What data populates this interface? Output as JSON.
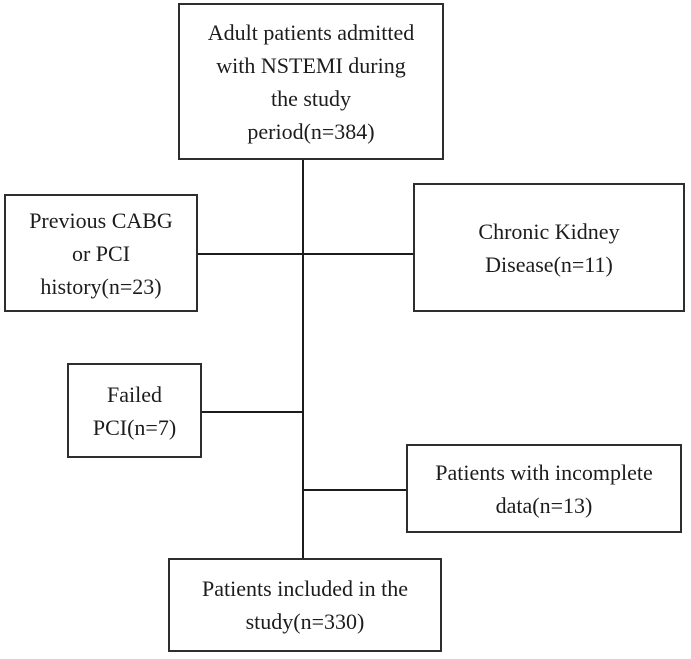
{
  "figure": {
    "type": "flowchart",
    "description": "Patient inclusion/exclusion flow diagram"
  },
  "boxes": {
    "top": {
      "lines": [
        "Adult patients admitted",
        "with NSTEMI during",
        "the study",
        "period(n=384)"
      ]
    },
    "previous_cabg": {
      "lines": [
        "Previous CABG",
        "or PCI",
        "history(n=23)"
      ]
    },
    "chronic_kidney": {
      "lines": [
        "Chronic Kidney",
        "Disease(n=11)"
      ]
    },
    "failed_pci": {
      "lines": [
        "Failed",
        "PCI(n=7)"
      ]
    },
    "incomplete_data": {
      "lines": [
        "Patients with incomplete",
        "data(n=13)"
      ]
    },
    "included": {
      "lines": [
        "Patients included in the",
        "study(n=330)"
      ]
    }
  },
  "colors": {
    "background": "#ffffff",
    "box_border": "#2e2e2e",
    "connector": "#1c1c1c",
    "text": "#1c1c1c"
  }
}
